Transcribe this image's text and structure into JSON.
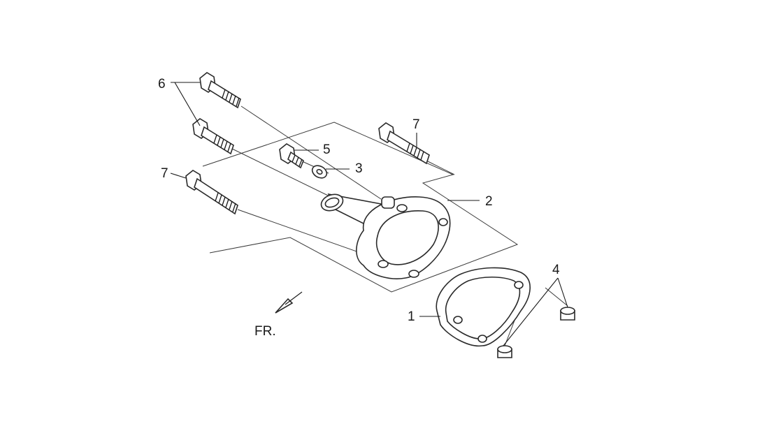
{
  "diagram": {
    "callouts": [
      {
        "id": "callout-1",
        "text": "1"
      },
      {
        "id": "callout-2",
        "text": "2"
      },
      {
        "id": "callout-3",
        "text": "3"
      },
      {
        "id": "callout-4",
        "text": "4"
      },
      {
        "id": "callout-5",
        "text": "5"
      },
      {
        "id": "callout-6",
        "text": "6"
      },
      {
        "id": "callout-7a",
        "text": "7"
      },
      {
        "id": "callout-7b",
        "text": "7"
      }
    ],
    "direction_label": "FR."
  }
}
